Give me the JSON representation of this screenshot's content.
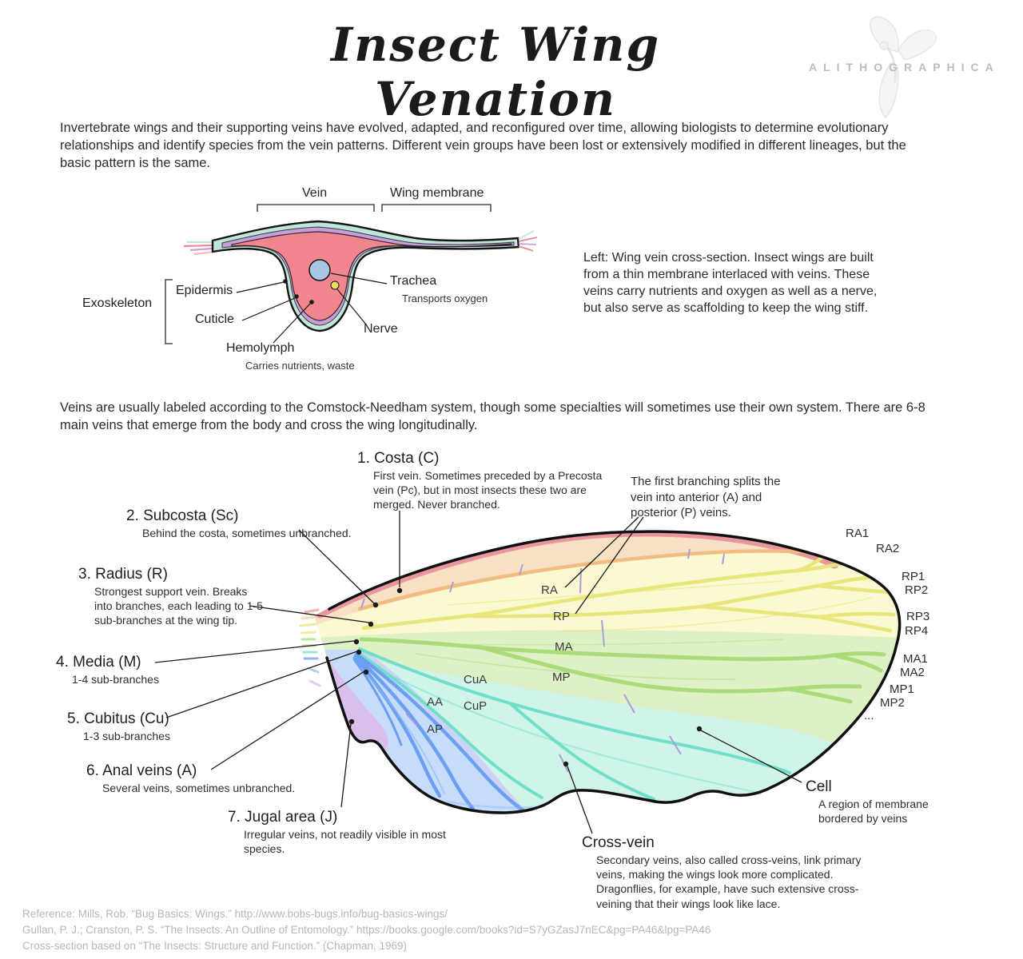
{
  "title": "Insect Wing Venation",
  "logo": {
    "brand": "ALITHOGRAPHICA"
  },
  "intro": "Invertebrate wings and their supporting veins have evolved, adapted, and reconfigured over time, allowing biologists to determine evolutionary relationships and identify species from the vein patterns. Different vein groups have been lost or extensively modified in different lineages, but the basic pattern is the same.",
  "cross_section": {
    "vein_bracket": "Vein",
    "membrane_bracket": "Wing membrane",
    "exoskeleton": "Exoskeleton",
    "epidermis": "Epidermis",
    "cuticle": "Cuticle",
    "hemolymph": "Hemolymph",
    "hemolymph_note": "Carries nutrients, waste",
    "trachea": "Trachea",
    "trachea_note": "Transports oxygen",
    "nerve": "Nerve",
    "caption": "Left: Wing vein cross-section. Insect wings are built from a thin membrane interlaced with veins. These veins carry nutrients and oxygen as well as a nerve, but also serve as scaffolding to keep the wing stiff."
  },
  "system_note": "Veins are usually labeled according to the Comstock-Needham system, though some specialties will sometimes use their own system. There are 6-8 main veins that emerge from the body and cross the wing longitudinally.",
  "veins": [
    {
      "name": "1. Costa (C)",
      "desc": "First vein. Sometimes preceded by a Precosta vein (Pc), but in most insects these two are merged. Never branched."
    },
    {
      "name": "2. Subcosta (Sc)",
      "desc": "Behind the costa, sometimes unbranched."
    },
    {
      "name": "3. Radius (R)",
      "desc": "Strongest support vein. Breaks into branches, each leading to 1-5 sub-branches at the wing tip."
    },
    {
      "name": "4. Media (M)",
      "desc": "1-4 sub-branches"
    },
    {
      "name": "5. Cubitus (Cu)",
      "desc": "1-3 sub-branches"
    },
    {
      "name": "6. Anal veins (A)",
      "desc": "Several veins, sometimes unbranched."
    },
    {
      "name": "7. Jugal area (J)",
      "desc": "Irregular veins, not readily visible in most species."
    }
  ],
  "branching_note": "The first branching splits the vein into anterior (A) and posterior (P) veins.",
  "wing_labels": {
    "ra": "RA",
    "rp": "RP",
    "ma": "MA",
    "mp": "MP",
    "cua": "CuA",
    "cup": "CuP",
    "aa": "AA",
    "ap": "AP"
  },
  "tip_labels": [
    "RA1",
    "RA2",
    "RP1",
    "RP2",
    "RP3",
    "RP4",
    "MA1",
    "MA2",
    "MP1",
    "MP2",
    "..."
  ],
  "cell": {
    "name": "Cell",
    "desc": "A region of membrane bordered by veins"
  },
  "cross_vein": {
    "name": "Cross-vein",
    "desc": "Secondary veins, also called cross-veins, link primary veins, making the wings look more complicated. Dragonflies, for example, have such extensive cross-veining that their wings look like lace."
  },
  "references": [
    "Reference: Mills, Rob. “Bug Basics: Wings.” http://www.bobs-bugs.info/bug-basics-wings/",
    "Gullan, P. J.; Cranston, P. S. “The Insects: An Outline of Entomology.” https://books.google.com/books?id=S7yGZasJ7nEC&pg=PA46&lpg=PA46",
    "Cross-section based on “The Insects: Structure and Function.” (Chapman, 1969)"
  ],
  "colors": {
    "costa_stripe": "#e9969e",
    "subcosta_vein": "#f0bc80",
    "radius_vein": "#e9e67b",
    "media_vein": "#abdb79",
    "cubitus_vein": "#6fdfca",
    "anal_vein": "#6ba0f0",
    "jugal_area": "#d9bfe9",
    "cross_vein": "#a99fd6"
  }
}
